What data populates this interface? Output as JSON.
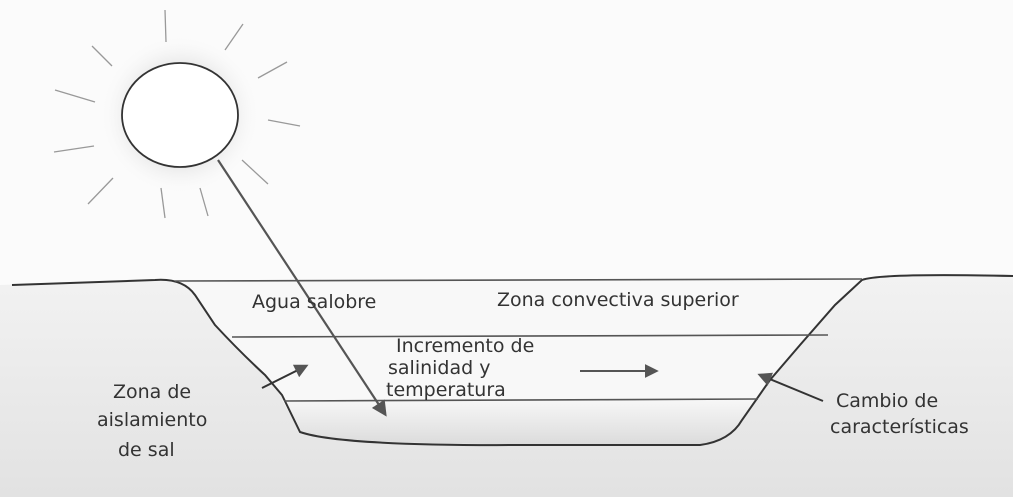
{
  "labels": {
    "agua_salobre": "Agua salobre",
    "zona_convectiva": "Zona convectiva superior",
    "incremento_1": "Incremento de",
    "incremento_2": "salinidad y",
    "incremento_3": "temperatura",
    "zona_aislamiento_1": "Zona de",
    "zona_aislamiento_2": "aislamiento",
    "zona_aislamiento_3": "de sal",
    "cambio_1": "Cambio de",
    "cambio_2": "características"
  },
  "colors": {
    "ink": "#333333",
    "ground": "#e9e9e9",
    "water": "#f7f7f7",
    "sun_glow": "#d9d9d9"
  }
}
